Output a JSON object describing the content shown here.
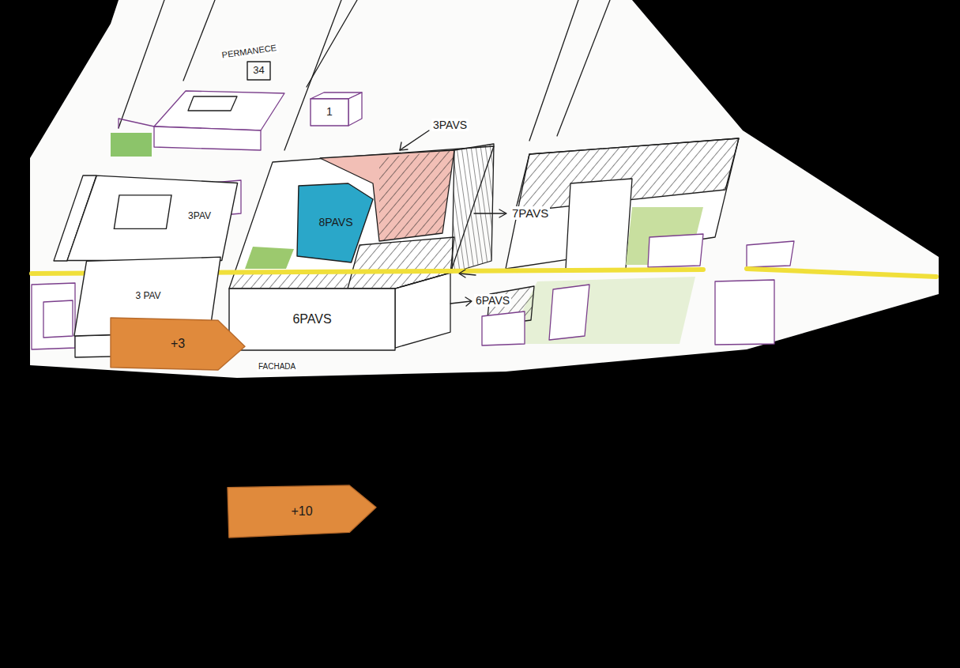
{
  "diagram": {
    "nodes": [
      {
        "text": [
          "34"
        ]
      },
      {
        "text": [
          "1"
        ]
      },
      {
        "text": [
          "8PAVS"
        ]
      },
      {
        "text": [
          "3PAV"
        ]
      },
      {
        "text": [
          "3 PAV"
        ]
      },
      {
        "text": [
          "6PAVS"
        ]
      },
      {
        "text": [
          "+3"
        ]
      },
      {
        "text": [
          "+10"
        ]
      }
    ],
    "labels": [
      "PERMANECE",
      "3PAVS",
      "7PAVS",
      "6PAVS",
      "FACHADA"
    ]
  }
}
